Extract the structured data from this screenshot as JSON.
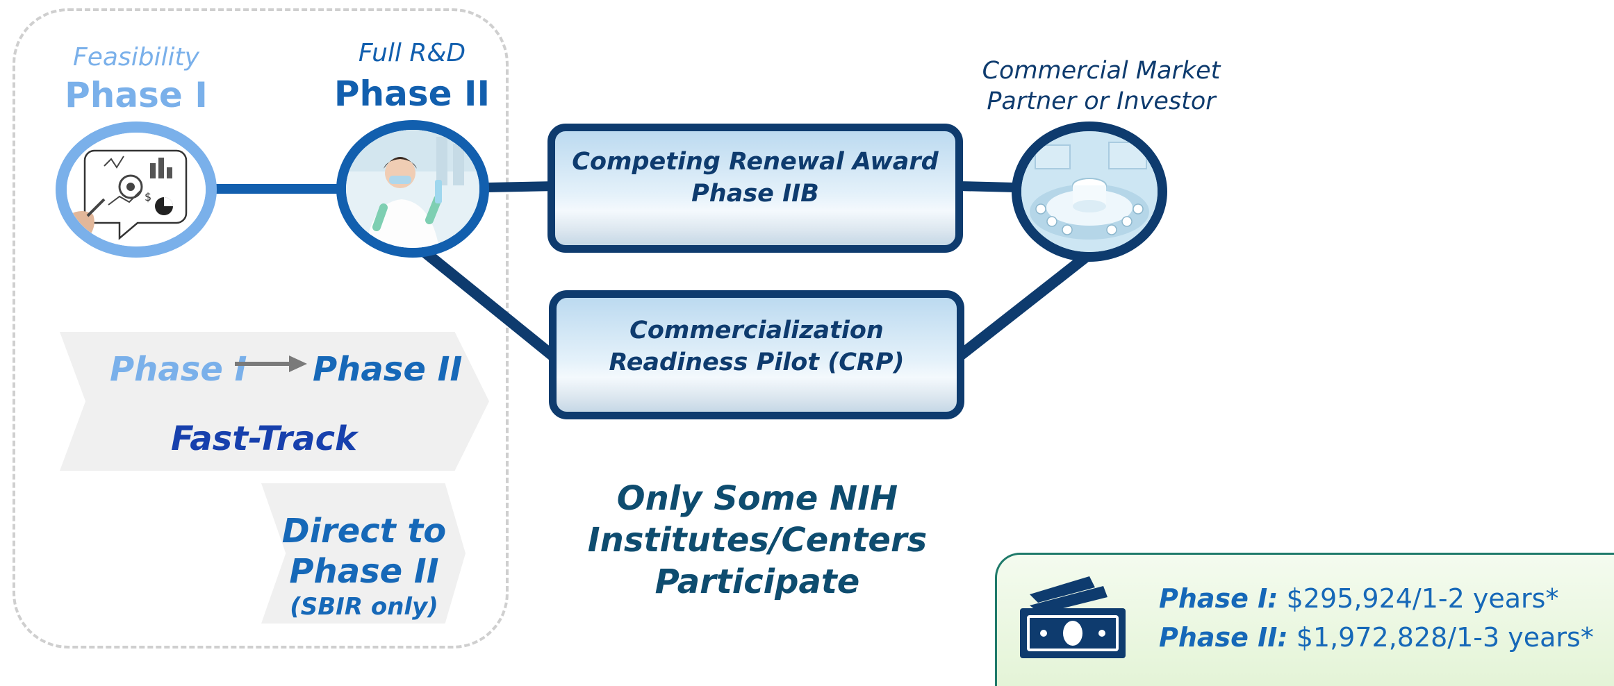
{
  "phases": {
    "phase1": {
      "sub": "Feasibility",
      "title": "Phase I"
    },
    "phase2": {
      "sub": "Full R&D",
      "title": "Phase II"
    }
  },
  "market": {
    "line1": "Commercial Market",
    "line2": "Partner or Investor"
  },
  "competing_renewal": {
    "line1": "Competing Renewal Award",
    "line2": "Phase IIB"
  },
  "crp": {
    "line1": "Commercialization",
    "line2": "Readiness Pilot (CRP)"
  },
  "fast_track": {
    "from": "Phase I",
    "to": "Phase II",
    "label": "Fast-Track"
  },
  "direct": {
    "line1": "Direct to",
    "line2": "Phase II",
    "note": "(SBIR only)"
  },
  "participation_note": {
    "line1": "Only Some NIH",
    "line2": "Institutes/Centers",
    "line3": "Participate"
  },
  "funding": {
    "phase1_label": "Phase I:",
    "phase1_value": "$295,924/1-2 years*",
    "phase2_label": "Phase II:",
    "phase2_value": "$1,972,828/1-3 years*"
  },
  "colors": {
    "light_blue": "#7ab0ea",
    "mid_blue": "#125fae",
    "dark_navy": "#0e3b6e",
    "teal_text": "#0e4c6f",
    "fast_track_blue": "#1740ad",
    "chevron_gray": "#f0f0f0",
    "dashed_gray": "#cfcfcf",
    "funding_bg": "#e4f4d7",
    "funding_border": "#1f7a6a"
  },
  "icons": [
    "sketch-illustration-icon",
    "scientist-lab-icon",
    "lab-equipment-icon",
    "money-bill-icon",
    "arrow-right-icon"
  ]
}
